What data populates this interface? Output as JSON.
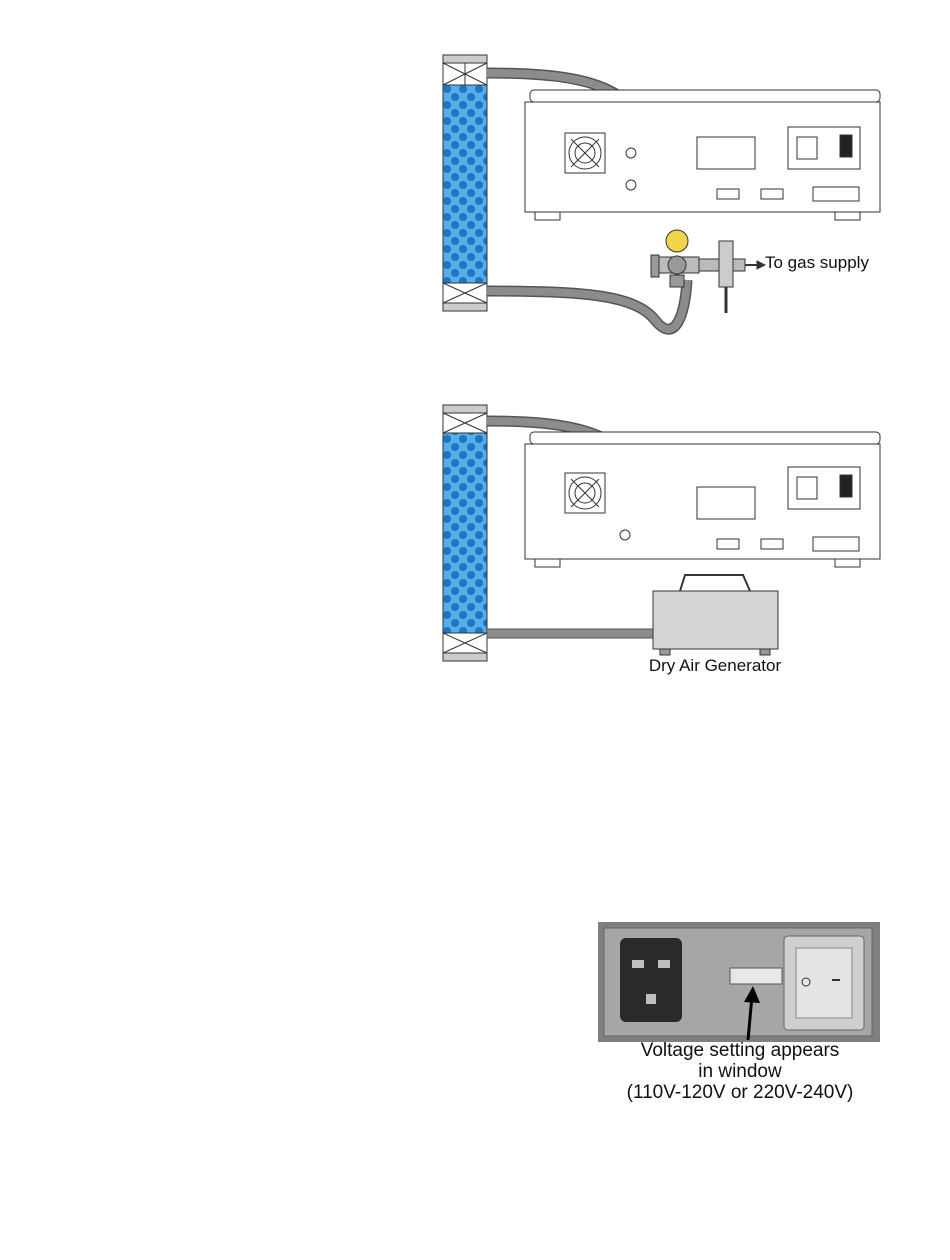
{
  "figure1": {
    "gas_label": "To gas supply"
  },
  "figure2": {
    "generator_label": "Dry Air Generator"
  },
  "figure3": {
    "caption_line1": "Voltage setting appears",
    "caption_line2": "in window",
    "caption_line3": "(110V-120V or 220V-240V)"
  },
  "colors": {
    "desiccant_blue": "#4aa3e0",
    "desiccant_dots": "#1e6fc0",
    "tubing_gray": "#8c8c8c",
    "photo_gray": "#9a9a9a"
  }
}
